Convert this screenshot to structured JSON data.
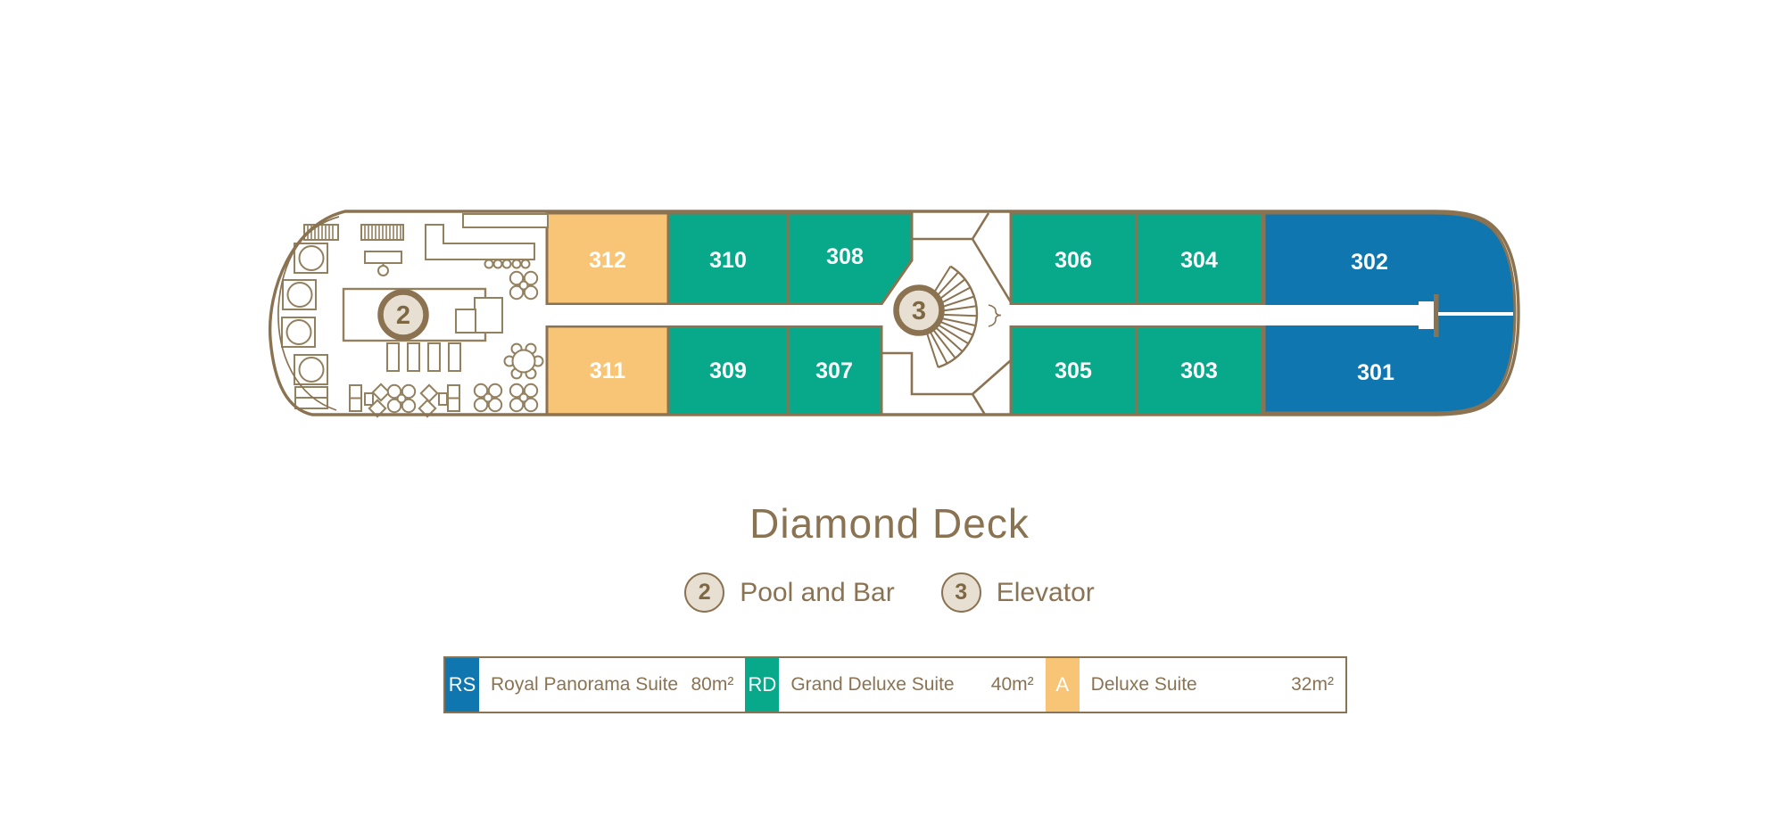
{
  "colors": {
    "royal_blue": "#1076AF",
    "grand_green": "#07A98A",
    "deluxe_orange": "#F8C577",
    "outline_brown": "#8B7352",
    "text_brown": "#8A7352",
    "marker_beige": "#E6DFD2"
  },
  "deck": {
    "title": "Diamond Deck",
    "cabins": [
      {
        "number": "312"
      },
      {
        "number": "310"
      },
      {
        "number": "308"
      },
      {
        "number": "306"
      },
      {
        "number": "304"
      },
      {
        "number": "302"
      },
      {
        "number": "311"
      },
      {
        "number": "309"
      },
      {
        "number": "307"
      },
      {
        "number": "305"
      },
      {
        "number": "303"
      },
      {
        "number": "301"
      }
    ],
    "markers": [
      {
        "symbol": "2",
        "label": "Pool and Bar"
      },
      {
        "symbol": "3",
        "label": "Elevator"
      }
    ]
  },
  "legend": {
    "items": [
      {
        "code": "RS",
        "name": "Royal Panorama Suite",
        "area": "80m²",
        "color": "#1076AF"
      },
      {
        "code": "RD",
        "name": "Grand Deluxe Suite",
        "area": "40m²",
        "color": "#07A98A"
      },
      {
        "code": "A",
        "name": "Deluxe Suite",
        "area": "32m²",
        "color": "#F8C577"
      }
    ]
  }
}
